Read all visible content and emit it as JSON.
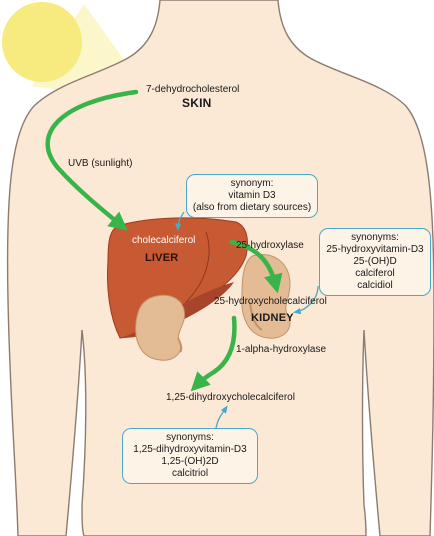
{
  "skin": {
    "precursor": "7-dehydrocholesterol",
    "title": "SKIN"
  },
  "uvb_label": "UVB (sunlight)",
  "liver": {
    "compound": "cholecalciferol",
    "title": "LIVER",
    "enzyme": "25-hydroxylase"
  },
  "kidney": {
    "compound": "25-hydroxycholecalciferol",
    "title": "KIDNEY",
    "enzyme": "1-alpha-hydroxylase"
  },
  "final_compound": "1,25-dihydroxycholecalciferol",
  "callouts": {
    "cholecalciferol": {
      "heading": "synonym:",
      "lines": [
        "vitamin D3",
        "(also from dietary sources)"
      ]
    },
    "calcidiol": {
      "heading": "synonyms:",
      "lines": [
        "25-hydroxyvitamin-D3",
        "25-(OH)D",
        "calciferol",
        "calcidiol"
      ]
    },
    "calcitriol": {
      "heading": "synonyms:",
      "lines": [
        "1,25-dihydroxyvitamin-D3",
        "1,25-(OH)2D",
        "calcitriol"
      ]
    }
  },
  "colors": {
    "sun": "#f7ea7e",
    "sunbeam": "#fbf6c4",
    "body_skin": "#fbe9d6",
    "body_outline": "#8c7c70",
    "liver": "#c75a32",
    "liver_dark": "#a8442a",
    "kidney": "#e3bb94",
    "arrow_green": "#38b44a",
    "callout_border": "#4aa8c8",
    "callout_fill": "#fdf3e6"
  },
  "icons": {
    "sun": "sun-icon",
    "liver": "liver-organ-icon",
    "kidney": "kidney-organ-icon"
  }
}
